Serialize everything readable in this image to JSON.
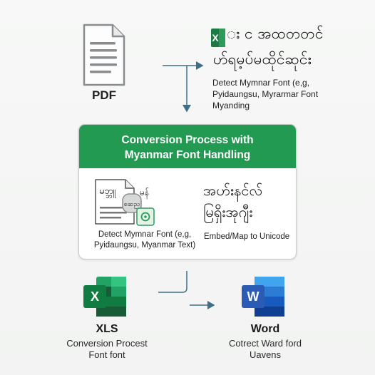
{
  "top": {
    "pdf_label": "PDF",
    "excel_badge_letter": "X",
    "mm_line_1": "း င အထတတင်",
    "mm_line_2": "ဟ်ရမ့ပ်မထိုင်ဆုင်း",
    "detect_line_1": "Detect Mymnar Font (e,g,",
    "detect_line_2": "Pyidaungsu, Myrarmar Font",
    "detect_line_3": "Myanding"
  },
  "process": {
    "title_line_1": "Conversion Process with",
    "title_line_2": "Myanmar Font Handling",
    "doc_text": "မဘ္ဘူ",
    "doc_text_2": "မန်",
    "doc_chip": "စဆည",
    "mm_big_1": "အဟ်းနင်လ်",
    "mm_big_2": "မြရှိးအုဂျီး",
    "detect_line_1": "Detect Mymnar Font (e,g,",
    "detect_line_2": "Pyidaungsu, Myanmar Text)",
    "embed_label": "Embed/Map to Unicode"
  },
  "outputs": {
    "xls_badge_letter": "X",
    "xls_label": "XLS",
    "xls_sub_1": "Conversion Procest",
    "xls_sub_2": "Font font",
    "word_badge_letter": "W",
    "word_label": "Word",
    "word_sub_1": "Cotrect Ward ford",
    "word_sub_2": "Uavens"
  },
  "colors": {
    "excel_green": "#1e7a45",
    "header_green": "#239a52",
    "arrow_green": "#22a052",
    "connector_blue": "#3d6f86",
    "word_blue": "#2b5cb5"
  }
}
